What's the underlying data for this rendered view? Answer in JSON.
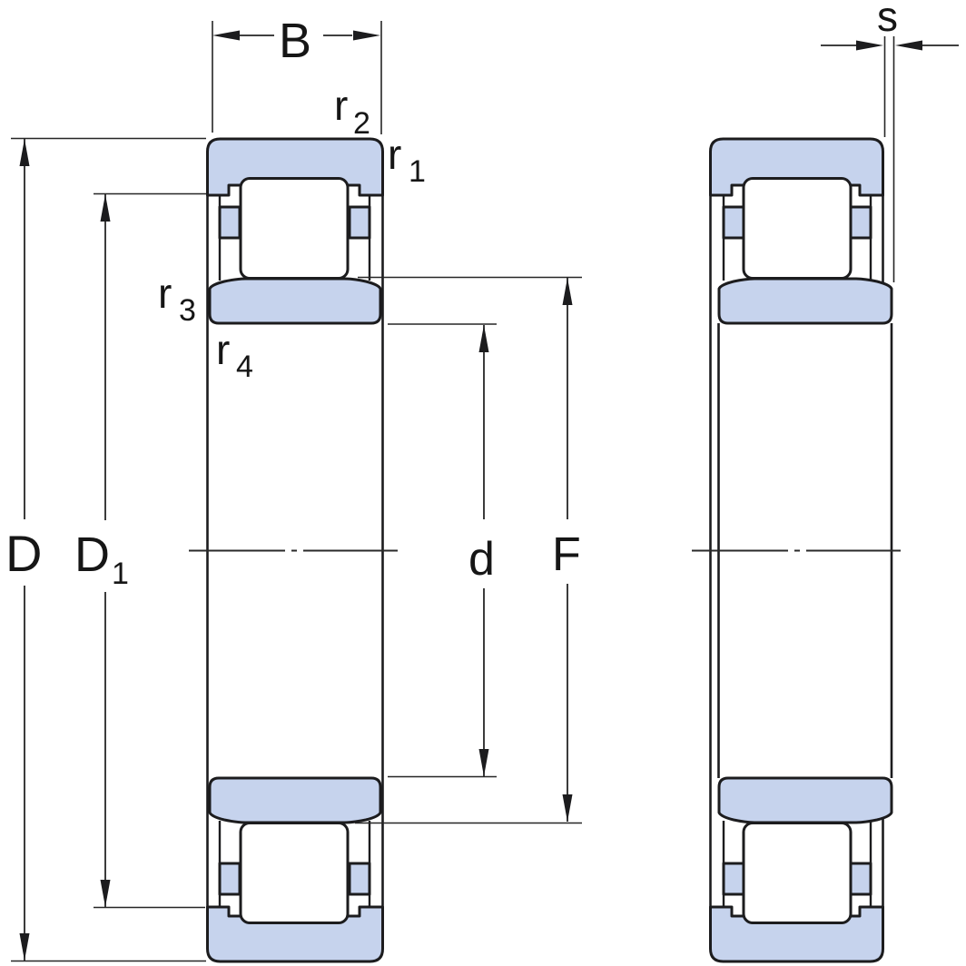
{
  "figure": {
    "type": "engineering-cross-section-diagram",
    "subject": "Cylindrical roller bearing axial cross-section, two views: dimensioned section and section with axially displaced inner ring",
    "colors": {
      "ring_fill": "#c6d3ed",
      "outline": "#1c1c1e",
      "dimension_lines": "#262626",
      "background": "#ffffff"
    },
    "labels": {
      "B": {
        "main": "B"
      },
      "r1": {
        "main": "r",
        "sub": "1"
      },
      "r2": {
        "main": "r",
        "sub": "2"
      },
      "r3": {
        "main": "r",
        "sub": "3"
      },
      "r4": {
        "main": "r",
        "sub": "4"
      },
      "D": {
        "main": "D"
      },
      "D1": {
        "main": "D",
        "sub": "1"
      },
      "d": {
        "main": "d"
      },
      "F": {
        "main": "F"
      },
      "s": {
        "main": "s"
      }
    }
  }
}
